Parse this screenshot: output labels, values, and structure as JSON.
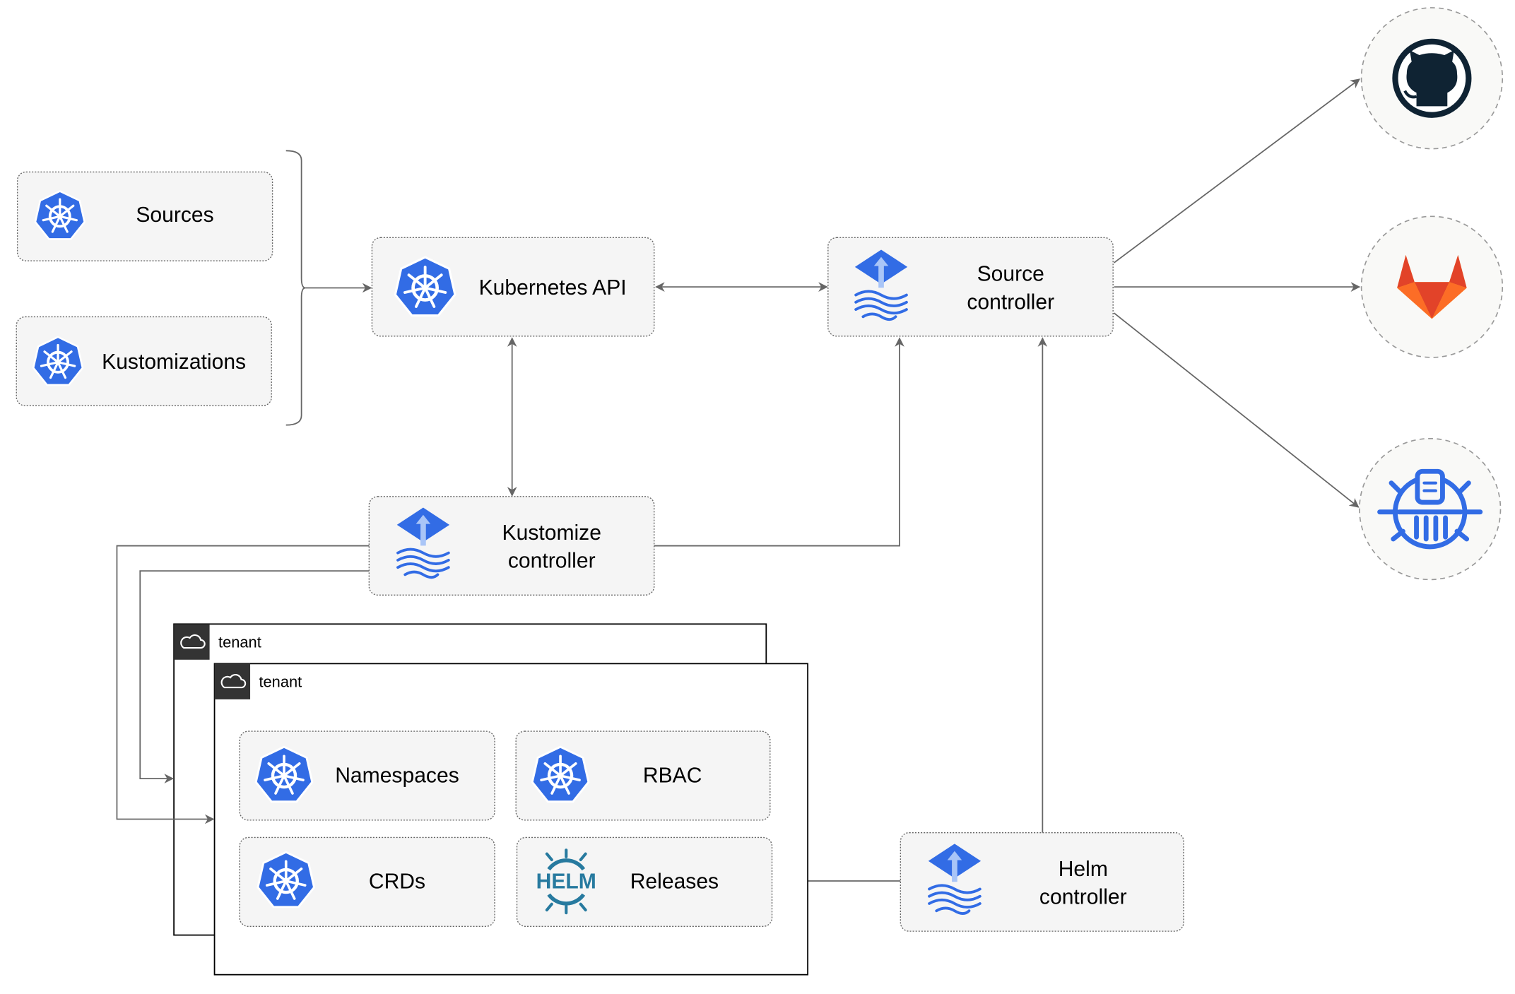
{
  "nodes": {
    "sources": "Sources",
    "kustomizations": "Kustomizations",
    "kubernetes_api": "Kubernetes API",
    "source_controller": [
      "Source",
      "controller"
    ],
    "kustomize_controller": [
      "Kustomize",
      "controller"
    ],
    "helm_controller": [
      "Helm",
      "controller"
    ],
    "namespaces": "Namespaces",
    "rbac": "RBAC",
    "crds": "CRDs",
    "releases": "Releases"
  },
  "tenants": [
    "tenant",
    "tenant"
  ],
  "icons": {
    "kubernetes": "kubernetes-icon",
    "flux": "flux-icon",
    "helm": "helm-icon",
    "github": "github-icon",
    "gitlab": "gitlab-icon",
    "bucket": "bucket-icon",
    "cloud": "cloud-icon"
  },
  "helm_logo_text": "HELM",
  "colors": {
    "kubernetes_blue": "#326ce5",
    "node_fill": "#f5f5f5",
    "edge": "#666666",
    "github": "#0f2333",
    "gitlab_orange": "#e24329",
    "gitlab_light": "#fca326",
    "helm": "#277a9f"
  }
}
